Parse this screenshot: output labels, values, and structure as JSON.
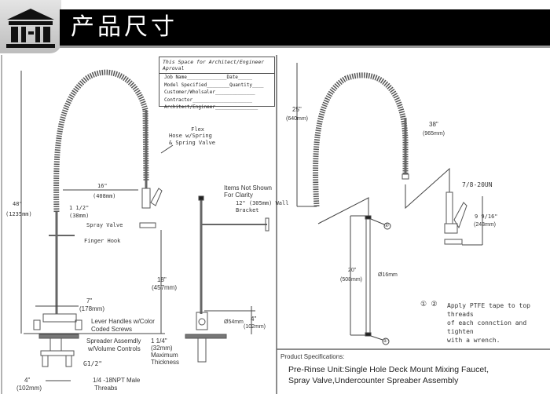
{
  "header": {
    "title": "产品尺寸",
    "logo_icon": "classical-building-icon"
  },
  "approval": {
    "title": "This Space for Architect/Engineer Aproval",
    "rows": [
      "Job Name______________Date_____",
      "Model Specified________Quantity____",
      "Customer/Wholsaler______________",
      "Contractor_____________________",
      "Architect/Engineer_______________"
    ]
  },
  "front_view": {
    "height_in": "48\"",
    "height_mm": "(1235mm)",
    "reach_in": "16\"",
    "reach_mm": "(408mm)",
    "spring_in": "1 1/2\"",
    "spring_mm": "(38mm)",
    "flex_hose": [
      "Flex",
      "Hose w/Spring",
      "& Spring Valve"
    ],
    "spray_valve": "Spray Valve",
    "finger_hook": "Finger Hook",
    "valve_h_in": "18\"",
    "valve_h_mm": "(457mm)",
    "spread_in": "7\"",
    "spread_mm": "(178mm)",
    "lever": [
      "Lever Handles w/Color",
      "Coded Screws"
    ],
    "spreader": [
      "Spreader Assemdly",
      "w/Volume Controls"
    ],
    "inlet": "G1/2\"",
    "base_in": "4\"",
    "base_mm": "(102mm)",
    "threads": [
      "1/4 -18NPT Male",
      "Threabs"
    ],
    "thickness": [
      "1 1/4\"",
      "(32mm)",
      "Maximum",
      "Thickness"
    ]
  },
  "side_view": {
    "items_not_shown": [
      "Items Not Shown",
      "For Clarity"
    ],
    "bracket": [
      "12\" (305mm) Wall",
      "Bracket"
    ],
    "diameter": "Ø54mm",
    "offset_in": "4\"",
    "offset_mm": "(102mm)"
  },
  "parts_view": {
    "spring_in": "25\"",
    "spring_mm": "(640mm)",
    "hose_in": "38\"",
    "hose_mm": "(965mm)",
    "thread": "7/8-20UN",
    "valve_in": "9 9/16\"",
    "valve_mm": "(243mm)",
    "riser_in": "20\"",
    "riser_mm": "(508mm)",
    "riser_dia": "Ø16mm",
    "marker1": "①",
    "marker2": "②",
    "note_markers": "① ②",
    "note": [
      "Apply PTFE tape to top threads",
      "of each connction and tighten",
      "with a wrench."
    ]
  },
  "specs": {
    "heading": "Product Specifications:",
    "lines": [
      "Pre-Rinse Unit:Single Hole Deck Mount Mixing Faucet,",
      "Spray Valve,Undercounter Spreaber Assembly"
    ]
  }
}
